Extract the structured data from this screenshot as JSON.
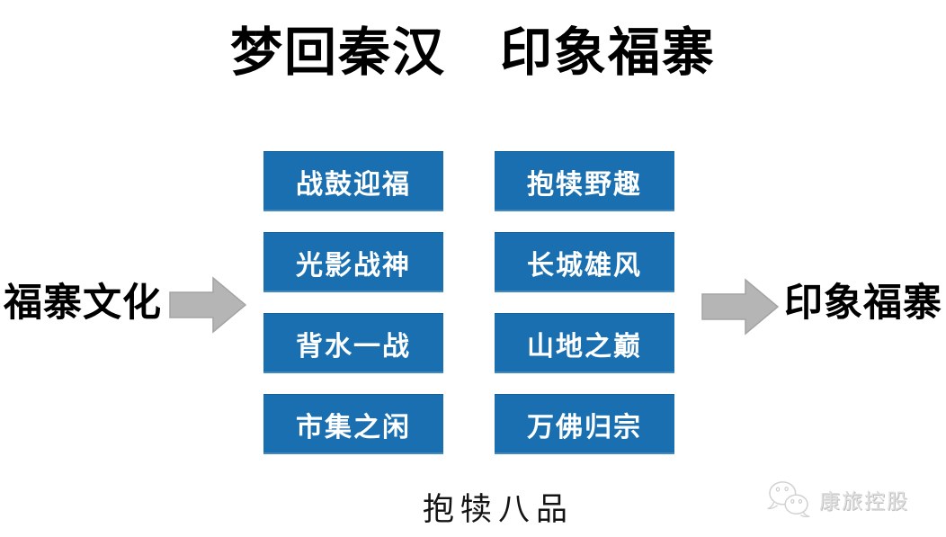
{
  "title": "梦回秦汉　印象福寨",
  "flow": {
    "source_label": "福寨文化",
    "target_label": "印象福寨",
    "arrow_icon": "right-block-arrow-icon"
  },
  "columns": [
    {
      "name": "left",
      "items": [
        "战鼓迎福",
        "光影战神",
        "背水一战",
        "市集之闲"
      ]
    },
    {
      "name": "right",
      "items": [
        "抱犊野趣",
        "长城雄风",
        "山地之巅",
        "万佛归宗"
      ]
    }
  ],
  "caption": "抱犊八品",
  "watermark": {
    "icon": "wechat-logo-icon",
    "text": "康旅控股"
  },
  "colors": {
    "box_blue": "#196FB0",
    "box_text": "#FFFFFF",
    "arrow_gray": "#B5B5B5",
    "arrow_outline": "#A3A3A3",
    "title_black": "#000000",
    "watermark_gray": "#E0E0E0",
    "background": "#FFFFFF"
  }
}
